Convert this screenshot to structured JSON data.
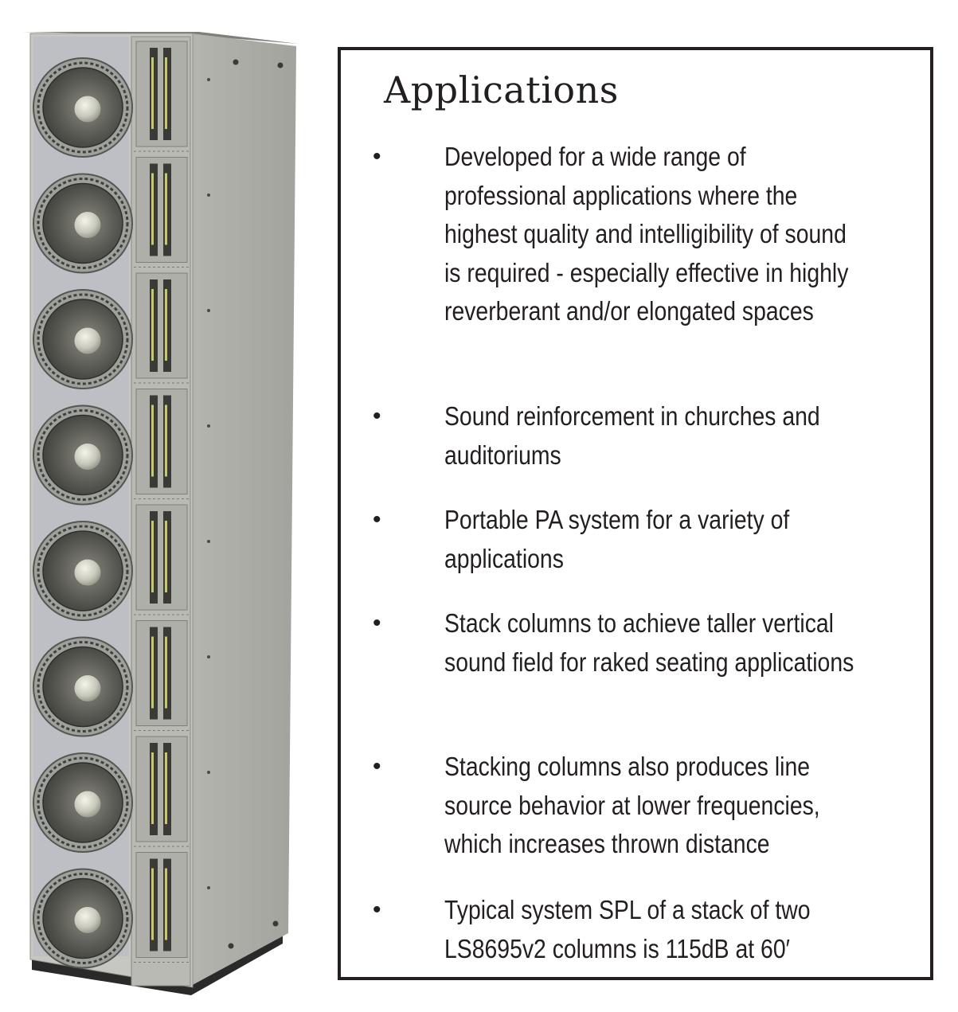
{
  "panel": {
    "title": "Applications",
    "bullet_symbol": "•",
    "items": [
      "Developed for a wide range of professional applications where the highest quality and intelligibility of sound is required - especially effective in highly reverberant and/or elongated spaces",
      "Sound reinforcement in churches and auditoriums",
      "Portable PA system for a variety of applications",
      "Stack columns to achieve taller vertical sound field for raked seating applications",
      "Stacking columns also produces line source behavior at lower frequencies, which increases thrown distance",
      "Typical system SPL of a stack of two LS8695v2 columns is 115dB at 60′"
    ]
  },
  "speaker_image": {
    "woofer_count": 8,
    "colors": {
      "front": "#c6c7c0",
      "side": "#a9aaa4",
      "baffle": "#bdbfc4",
      "base": "#2a2a2a",
      "cone": "#606058",
      "dome": "#d8d9cc"
    }
  }
}
